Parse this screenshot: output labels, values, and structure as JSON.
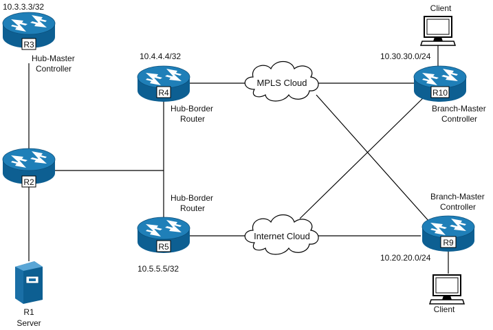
{
  "nodes": {
    "r3": {
      "tag": "R3",
      "ip": "10.3.3.3/32",
      "role_l1": "Hub-Master",
      "role_l2": "Controller"
    },
    "r4": {
      "tag": "R4",
      "ip": "10.4.4.4/32",
      "role_l1": "Hub-Border",
      "role_l2": "Router"
    },
    "r2": {
      "tag": "R2"
    },
    "r5": {
      "tag": "R5",
      "ip": "10.5.5.5/32",
      "role_l1": "Hub-Border",
      "role_l2": "Router"
    },
    "r1": {
      "name": "R1",
      "role": "Server"
    },
    "r10": {
      "tag": "R10",
      "subnet": "10.30.30.0/24",
      "role_l1": "Branch-Master",
      "role_l2": "Controller"
    },
    "r9": {
      "tag": "R9",
      "subnet": "10.20.20.0/24",
      "role_l1": "Branch-Master",
      "role_l2": "Controller"
    },
    "client_top": {
      "label": "Client"
    },
    "client_bottom": {
      "label": "Client"
    }
  },
  "clouds": {
    "mpls": "MPLS Cloud",
    "internet": "Internet Cloud"
  },
  "colors": {
    "router_top": "#1f7fb8",
    "router_side": "#0d5f92",
    "router_arrow": "#ffffff",
    "server": "#1a6fa6",
    "line": "#000000"
  },
  "icons": {
    "router": "router-icon",
    "server": "server-icon",
    "client": "computer-monitor-icon",
    "cloud": "cloud-icon"
  }
}
